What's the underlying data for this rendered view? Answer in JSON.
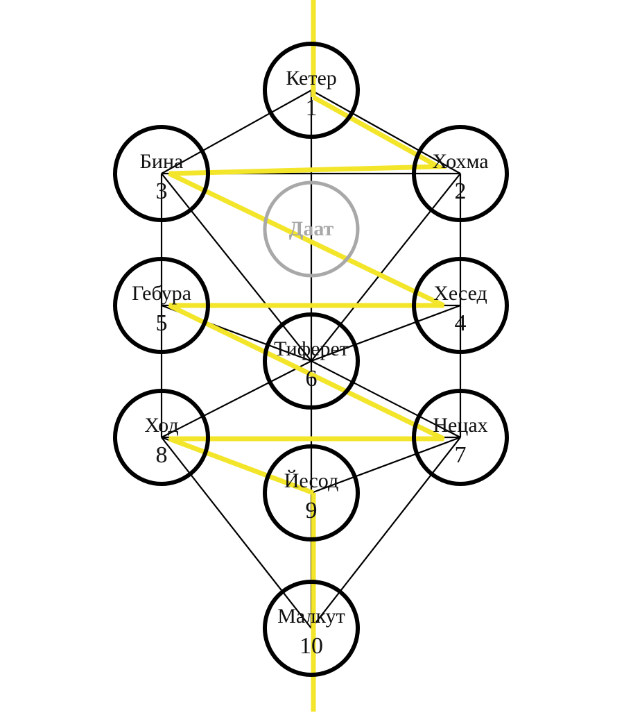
{
  "diagram": {
    "colors": {
      "background": "#ffffff",
      "node_stroke": "#000000",
      "edge": "#000000",
      "lightning": "#f2e52a",
      "daat": "#a8a8a8"
    },
    "nodes": [
      {
        "id": "keter",
        "name": "Кетер",
        "number": "1"
      },
      {
        "id": "hokhma",
        "name": "Хохма",
        "number": "2"
      },
      {
        "id": "bina",
        "name": "Бина",
        "number": "3"
      },
      {
        "id": "hesed",
        "name": "Хесед",
        "number": "4"
      },
      {
        "id": "gebura",
        "name": "Гебура",
        "number": "5"
      },
      {
        "id": "tiferet",
        "name": "Тиферет",
        "number": "6"
      },
      {
        "id": "netsah",
        "name": "Нецах",
        "number": "7"
      },
      {
        "id": "hod",
        "name": "Ход",
        "number": "8"
      },
      {
        "id": "yesod",
        "name": "Йесод",
        "number": "9"
      },
      {
        "id": "malkut",
        "name": "Малкут",
        "number": "10"
      }
    ],
    "daat": {
      "id": "daat",
      "name": "Даат"
    },
    "edges": [
      [
        "keter",
        "hokhma"
      ],
      [
        "keter",
        "bina"
      ],
      [
        "keter",
        "tiferet"
      ],
      [
        "hokhma",
        "bina"
      ],
      [
        "hokhma",
        "hesed"
      ],
      [
        "hokhma",
        "tiferet"
      ],
      [
        "bina",
        "gebura"
      ],
      [
        "bina",
        "tiferet"
      ],
      [
        "hesed",
        "gebura"
      ],
      [
        "hesed",
        "tiferet"
      ],
      [
        "hesed",
        "netsah"
      ],
      [
        "gebura",
        "tiferet"
      ],
      [
        "gebura",
        "hod"
      ],
      [
        "tiferet",
        "netsah"
      ],
      [
        "tiferet",
        "hod"
      ],
      [
        "tiferet",
        "yesod"
      ],
      [
        "netsah",
        "hod"
      ],
      [
        "netsah",
        "yesod"
      ],
      [
        "netsah",
        "malkut"
      ],
      [
        "hod",
        "yesod"
      ],
      [
        "hod",
        "malkut"
      ],
      [
        "yesod",
        "malkut"
      ]
    ],
    "lightning_path": [
      "keter",
      "hokhma",
      "bina",
      "hesed",
      "gebura",
      "netsah",
      "hod",
      "yesod"
    ]
  }
}
